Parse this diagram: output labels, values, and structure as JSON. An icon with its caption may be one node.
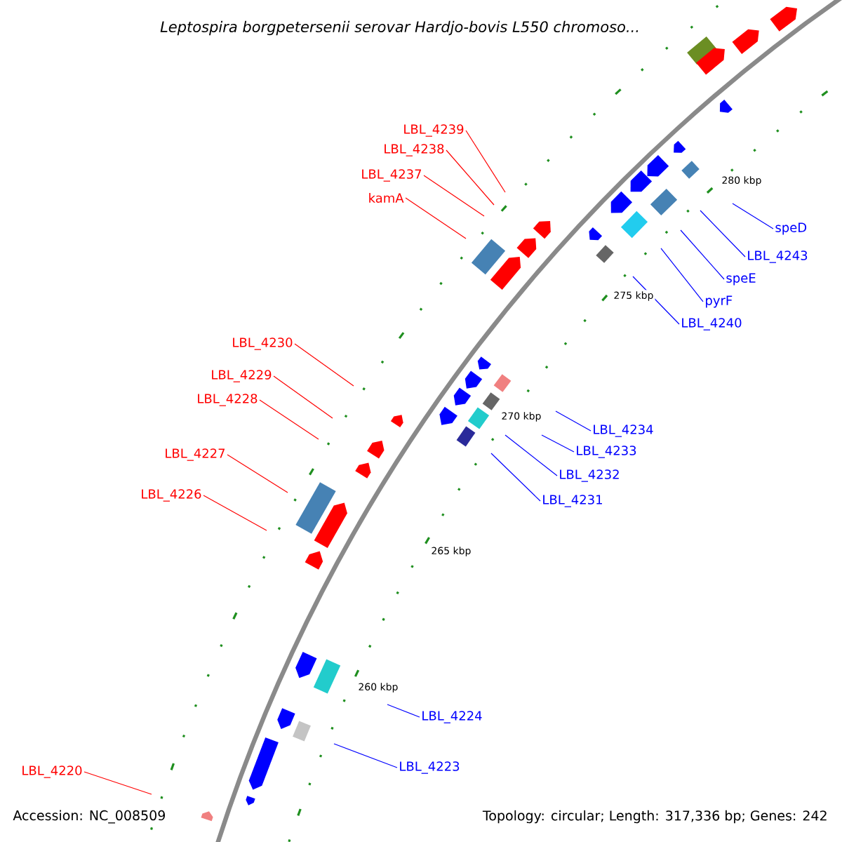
{
  "diagram": {
    "title": "Leptospira borgpetersenii serovar Hardjo-bovis L550 chromoso...",
    "nodes": [
      {
        "text": [
          "LBL_4239"
        ]
      },
      {
        "text": [
          "LBL_4238"
        ]
      },
      {
        "text": [
          "LBL_4237"
        ]
      },
      {
        "text": [
          "kamA"
        ]
      },
      {
        "text": [
          "speD"
        ]
      },
      {
        "text": [
          "LBL_4243"
        ]
      },
      {
        "text": [
          "speE"
        ]
      },
      {
        "text": [
          "pyrF"
        ]
      },
      {
        "text": [
          "LBL_4240"
        ]
      },
      {
        "text": [
          "LBL_4230"
        ]
      },
      {
        "text": [
          "LBL_4229"
        ]
      },
      {
        "text": [
          "LBL_4228"
        ]
      },
      {
        "text": [
          "LBL_4234"
        ]
      },
      {
        "text": [
          "LBL_4233"
        ]
      },
      {
        "text": [
          "LBL_4232"
        ]
      },
      {
        "text": [
          "LBL_4231"
        ]
      },
      {
        "text": [
          "LBL_4227"
        ]
      },
      {
        "text": [
          "LBL_4226"
        ]
      },
      {
        "text": [
          "LBL_4224"
        ]
      },
      {
        "text": [
          "LBL_4223"
        ]
      },
      {
        "text": [
          "LBL_4220"
        ]
      }
    ],
    "edges": [
      {
        "from": 0,
        "to": null,
        "arrow": "none",
        "color": "#ff0000"
      },
      {
        "from": 1,
        "to": null,
        "arrow": "none",
        "color": "#ff0000"
      },
      {
        "from": 2,
        "to": null,
        "arrow": "none",
        "color": "#ff0000"
      },
      {
        "from": 3,
        "to": null,
        "arrow": "none",
        "color": "#ff0000"
      },
      {
        "from": 4,
        "to": null,
        "arrow": "none"
      },
      {
        "from": 5,
        "to": null,
        "arrow": "none"
      },
      {
        "from": 6,
        "to": null,
        "arrow": "none"
      },
      {
        "from": 7,
        "to": null,
        "arrow": "none"
      },
      {
        "from": 8,
        "to": null,
        "arrow": "none"
      },
      {
        "from": 9,
        "to": null,
        "arrow": "none",
        "color": "#ff0000"
      },
      {
        "from": 10,
        "to": null,
        "arrow": "none",
        "color": "#ff0000"
      },
      {
        "from": 11,
        "to": null,
        "arrow": "none",
        "color": "#ff0000"
      },
      {
        "from": 12,
        "to": null,
        "arrow": "none"
      },
      {
        "from": 13,
        "to": null,
        "arrow": "none"
      },
      {
        "from": 14,
        "to": null,
        "arrow": "none"
      },
      {
        "from": 15,
        "to": null,
        "arrow": "none"
      },
      {
        "from": 16,
        "to": null,
        "arrow": "none",
        "color": "#ff0000"
      },
      {
        "from": 17,
        "to": null,
        "arrow": "none",
        "color": "#ff0000"
      },
      {
        "from": 18,
        "to": null,
        "arrow": "none"
      },
      {
        "from": 19,
        "to": null,
        "arrow": "none"
      },
      {
        "from": 20,
        "to": null,
        "arrow": "none",
        "color": "#ff0000"
      }
    ],
    "labels": [
      "280 kbp",
      "275 kbp",
      "270 kbp",
      "265 kbp",
      "260 kbp",
      "Accession: NC_008509",
      "Topology: circular; Length: 317,336 bp; Genes: 242"
    ]
  }
}
